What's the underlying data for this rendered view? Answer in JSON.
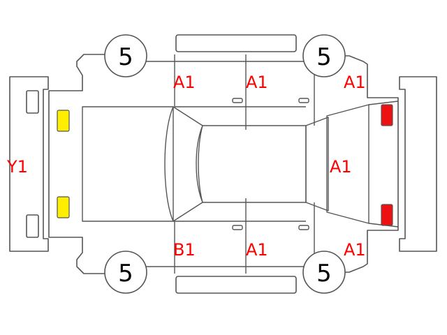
{
  "colors": {
    "code_text": "#ff0000",
    "front_lamp": "#ffee00",
    "rear_lamp": "#ee1111",
    "line": "#555555"
  },
  "wheels": {
    "front_left": "5",
    "rear_left": "5",
    "front_right": "5",
    "rear_right": "5"
  },
  "codes": {
    "front_bumper": "Y1",
    "left_front_door": "A1",
    "left_rear_door": "A1",
    "left_rear_fender": "A1",
    "rear_glass": "A1",
    "right_front_door": "B1",
    "right_rear_door": "A1",
    "right_rear_fender": "A1"
  }
}
